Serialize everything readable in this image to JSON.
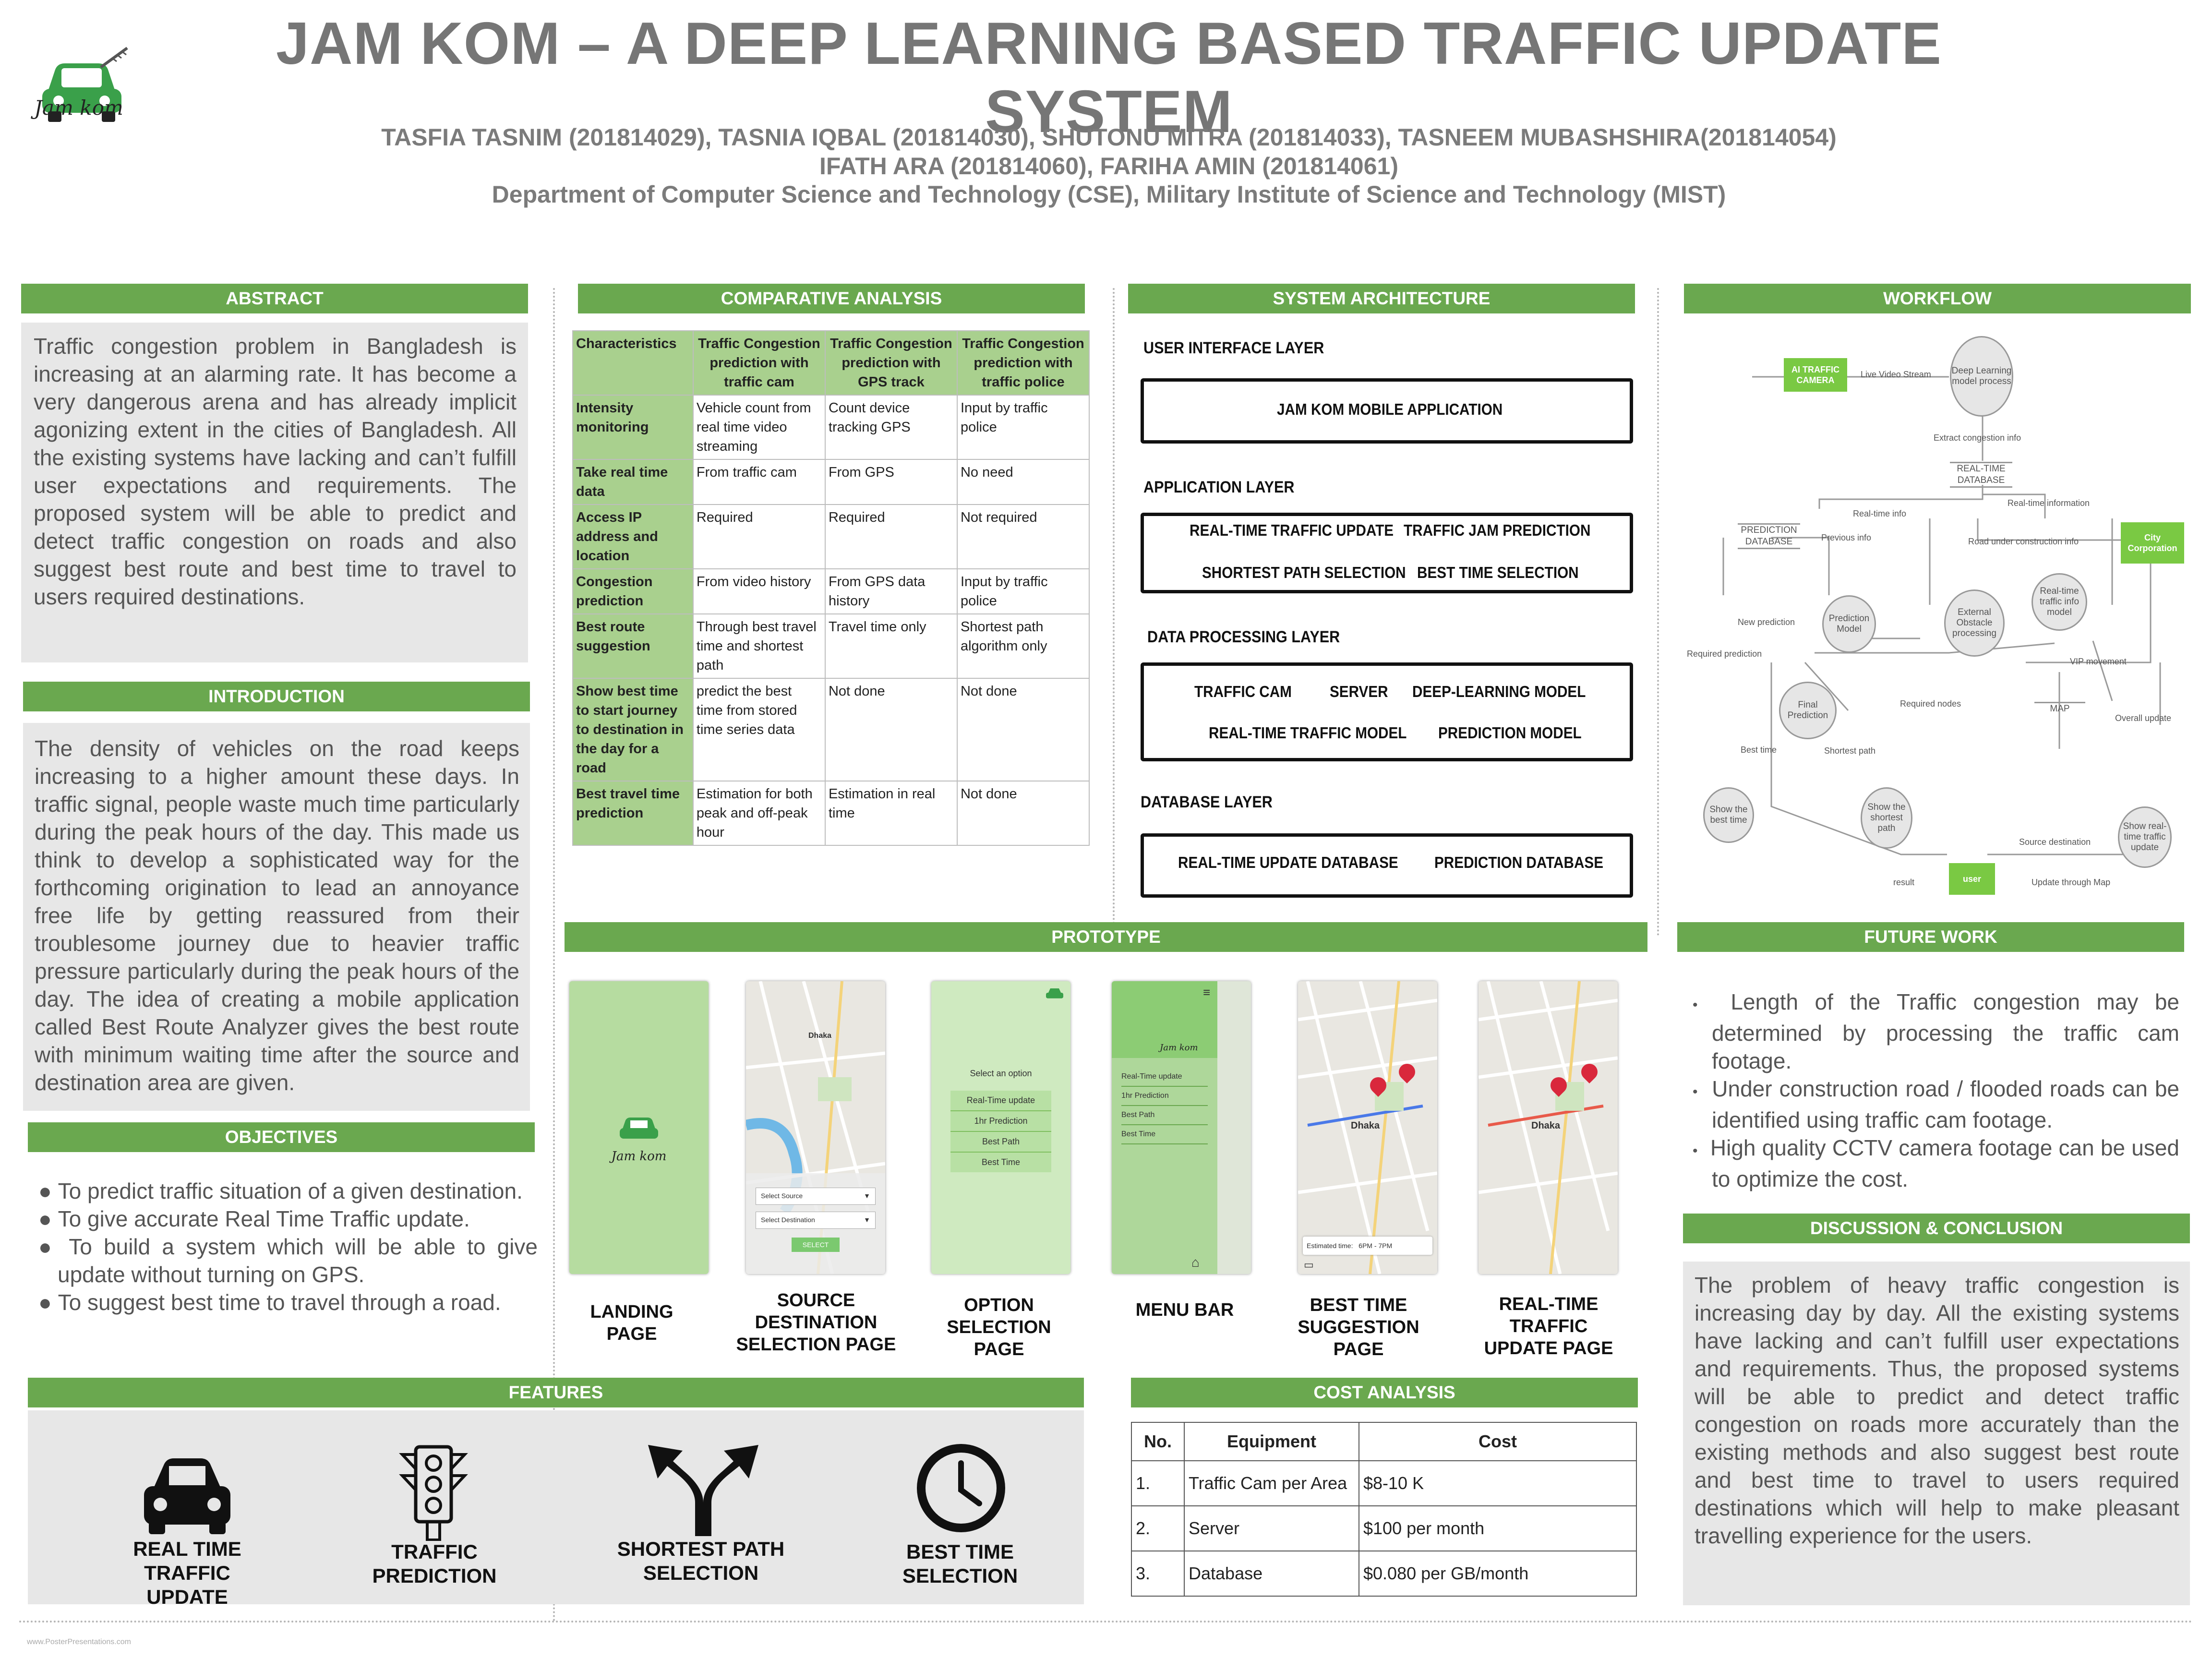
{
  "title": "JAM KOM –  A DEEP LEARNING BASED TRAFFIC UPDATE SYSTEM",
  "authors_line1": "TASFIA TASNIM (201814029), TASNIA IQBAL (201814030), SHUTONU MITRA (201814033), TASNEEM MUBASHSHIRA(201814054)",
  "authors_line2": "IFATH ARA (201814060), FARIHA AMIN (201814061)",
  "department": "Department of Computer Science and Technology (CSE), Military Institute of Science and Technology (MIST)",
  "logo_text": "Jam kom",
  "abstract": {
    "header": "ABSTRACT",
    "text": "Traffic congestion problem in Bangladesh is increasing at an alarming rate. It has become a very dangerous arena and has already implicit agonizing extent in the cities of Bangladesh. All the existing systems have lacking and can’t fulfill user expectations and requirements. The proposed system will be able to predict and detect traffic congestion on roads and also suggest best route and best time to travel to users required destinations."
  },
  "introduction": {
    "header": "INTRODUCTION",
    "text": "The density of vehicles on the road keeps increasing to a higher amount these days. In traffic signal, people waste much time particularly during the peak hours of the day. This made us think to develop a sophisticated way for the forthcoming origination to lead an annoyance free life by getting reassured from their troublesome journey due to heavier traffic pressure particularly during the peak hours of the day. The idea of creating a mobile application called Best Route Analyzer gives the best route with minimum waiting time after the source and destination area are given."
  },
  "objectives": {
    "header": "OBJECTIVES",
    "items": [
      "To predict traffic situation of a given destination.",
      "To give accurate Real Time Traffic update.",
      "To build a system which will be able to give update without turning on GPS.",
      "To suggest best time to travel through a road."
    ]
  },
  "comparative": {
    "header": "COMPARATIVE ANALYSIS",
    "columns": [
      "Characteristics",
      "Traffic Congestion prediction with traffic cam",
      "Traffic Congestion prediction with GPS track",
      "Traffic Congestion prediction with traffic police"
    ],
    "rows": [
      [
        "Intensity monitoring",
        "Vehicle count from real time video streaming",
        "Count device tracking GPS",
        "Input by traffic police"
      ],
      [
        "Take real time data",
        "From traffic cam",
        "From GPS",
        "No need"
      ],
      [
        "Access IP address and location",
        "Required",
        "Required",
        "Not required"
      ],
      [
        "Congestion prediction",
        "From video history",
        "From GPS data history",
        "Input by traffic police"
      ],
      [
        "Best route suggestion",
        "Through best travel time and shortest path",
        "Travel time only",
        "Shortest path algorithm only"
      ],
      [
        "Show best time to start journey to destination in the day for a road",
        "predict the best time from stored time series data",
        "Not done",
        "Not done"
      ],
      [
        "Best travel time prediction",
        "Estimation for both peak and off-peak hour",
        "Estimation in real time",
        "Not done"
      ]
    ]
  },
  "architecture": {
    "header": "SYSTEM ARCHITECTURE",
    "ui_layer": "USER INTERFACE LAYER",
    "ui_item": "JAM KOM MOBILE APPLICATION",
    "app_layer": "APPLICATION LAYER",
    "app_items": [
      "REAL-TIME TRAFFIC UPDATE",
      "TRAFFIC JAM PREDICTION",
      "SHORTEST PATH SELECTION",
      "BEST TIME SELECTION"
    ],
    "data_layer": "DATA PROCESSING LAYER",
    "data_items": [
      "TRAFFIC CAM",
      "SERVER",
      "DEEP-LEARNING MODEL",
      "REAL-TIME TRAFFIC MODEL",
      "PREDICTION MODEL"
    ],
    "db_layer": "DATABASE LAYER",
    "db_items": [
      "REAL-TIME UPDATE DATABASE",
      "PREDICTION DATABASE"
    ]
  },
  "workflow": {
    "header": "WORKFLOW",
    "nodes": {
      "camera": "AI TRAFFIC CAMERA",
      "dl": "Deep Learning model process",
      "rtdb": "REAL-TIME DATABASE",
      "preddb": "PREDICTION DATABASE",
      "city": "City Corporation",
      "predmodel": "Prediction Model",
      "ext": "External Obstacle processing",
      "rtmodel": "Real-time traffic info model",
      "final": "Final Prediction",
      "map": "MAP",
      "besttime": "Show the best time",
      "shortest": "Show the shortest path",
      "showrt": "Show real-time traffic update",
      "user": "user"
    },
    "labels": {
      "live": "Live Video Stream",
      "extract": "Extract congestion info",
      "rtinfo": "Real-time info",
      "rtinformation": "Real-time information",
      "prev": "Previous info",
      "road": "Road under construction info",
      "newpred": "New prediction",
      "reqpred": "Required prediction",
      "vip": "VIP movement",
      "reqnodes": "Required nodes",
      "overall": "Overall update",
      "besttime": "Best time",
      "shortest": "Shortest path",
      "srcdest": "Source destination",
      "result": "result",
      "updmap": "Update through Map"
    }
  },
  "prototype": {
    "header": "PROTOTYPE",
    "captions": [
      "LANDING PAGE",
      "SOURCE DESTINATION SELECTION  PAGE",
      "OPTION SELECTION PAGE",
      "MENU BAR",
      "BEST TIME SUGGESTION PAGE",
      "REAL-TIME TRAFFIC UPDATE PAGE"
    ],
    "landing_logo": "Jam kom",
    "source": {
      "city": "Dhaka",
      "select_source": "Select Source",
      "select_destination": "Select Destination",
      "select_button": "SELECT"
    },
    "options": {
      "title": "Select an option",
      "items": [
        "Real-Time update",
        "1hr Prediction",
        "Best Path",
        "Best Time"
      ]
    },
    "menu": {
      "logo": "Jam kom",
      "items": [
        "Real-Time update",
        "1hr Prediction",
        "Best Path",
        "Best Time"
      ]
    },
    "besttime": {
      "city": "Dhaka",
      "estimated_label": "Estimated time:",
      "estimated_value": "6PM - 7PM"
    },
    "realtime": {
      "city": "Dhaka"
    }
  },
  "future": {
    "header": "FUTURE WORK",
    "items": [
      "Length of the Traffic congestion may be determined by processing the traffic cam footage.",
      "Under construction road / flooded roads can be identified using traffic cam footage.",
      "High quality CCTV camera footage can be used to optimize the cost."
    ]
  },
  "discussion": {
    "header": "DISCUSSION & CONCLUSION",
    "text": "The problem of heavy traffic congestion is increasing day by day. All the existing systems have lacking and can’t fulfill user expectations and requirements. Thus, the proposed systems will be able to predict and detect traffic congestion on roads more accurately than the existing methods and also suggest best route and best time to travel to users required destinations which will help to make pleasant travelling experience for the users."
  },
  "features": {
    "header": "FEATURES",
    "items": [
      {
        "label": "REAL TIME TRAFFIC UPDATE",
        "icon": "car-icon"
      },
      {
        "label": "TRAFFIC PREDICTION",
        "icon": "traffic-light-icon"
      },
      {
        "label": "SHORTEST PATH SELECTION",
        "icon": "split-arrow-icon"
      },
      {
        "label": "BEST TIME SELECTION",
        "icon": "clock-icon"
      }
    ]
  },
  "cost": {
    "header": "COST ANALYSIS",
    "columns": [
      "No.",
      "Equipment",
      "Cost"
    ],
    "rows": [
      [
        "1.",
        "Traffic Cam per Area",
        "$8-10 K"
      ],
      [
        "2.",
        "Server",
        "$100 per month"
      ],
      [
        "3.",
        "Database",
        "$0.080 per GB/month"
      ]
    ]
  },
  "footer": "www.PosterPresentations.com",
  "colors": {
    "accent": "#6aa84f",
    "panel": "#e7e7e7",
    "table_header": "#a9d08e"
  }
}
